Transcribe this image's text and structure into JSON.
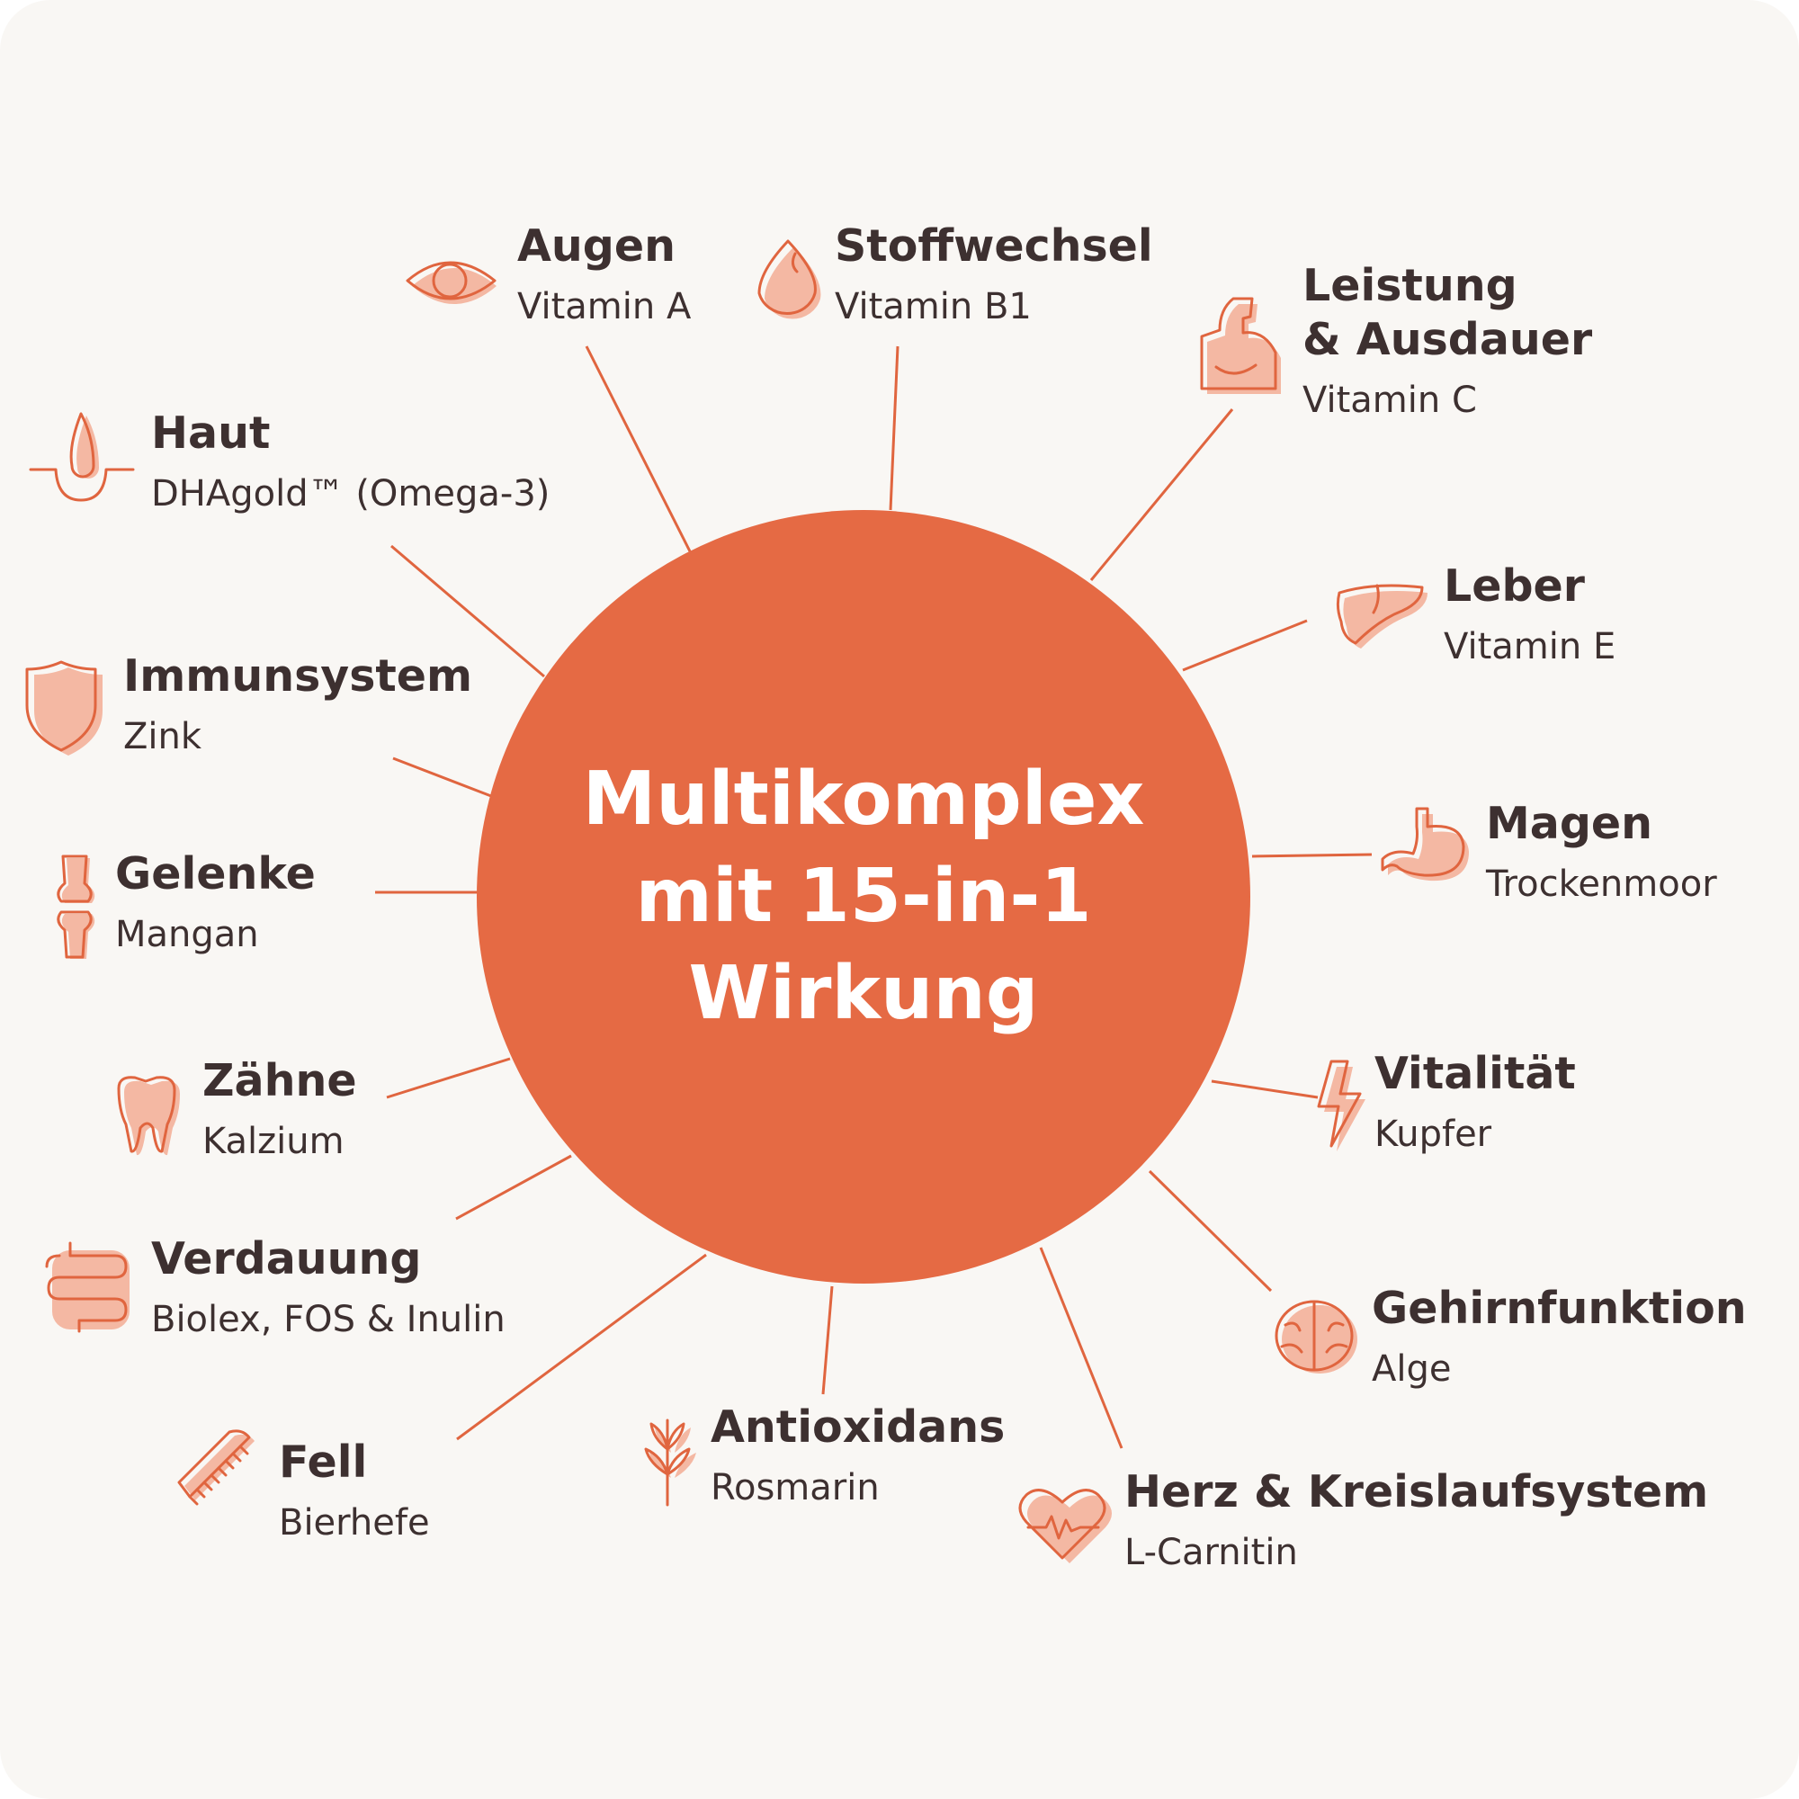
{
  "center_title": [
    "Multikomplex",
    "mit 15-in-1",
    "Wirkung"
  ],
  "colors": {
    "accent": "#e56a44",
    "icon_fill": "#f4b8a3",
    "text": "#3d3030",
    "background": "#f9f7f4"
  },
  "items": [
    {
      "title": "Augen",
      "subtitle": "Vitamin A",
      "icon": "eye-icon"
    },
    {
      "title": "Stoffwechsel",
      "subtitle": "Vitamin B1",
      "icon": "drop-icon"
    },
    {
      "title": "Leistung",
      "title2": "& Ausdauer",
      "subtitle": "Vitamin C",
      "icon": "muscle-arm-icon"
    },
    {
      "title": "Haut",
      "subtitle": "DHAgold™ (Omega-3)",
      "icon": "skin-hair-icon"
    },
    {
      "title": "Leber",
      "subtitle": "Vitamin E",
      "icon": "liver-icon"
    },
    {
      "title": "Immunsystem",
      "subtitle": "Zink",
      "icon": "shield-icon"
    },
    {
      "title": "Magen",
      "subtitle": "Trockenmoor",
      "icon": "stomach-icon"
    },
    {
      "title": "Gelenke",
      "subtitle": "Mangan",
      "icon": "joint-bone-icon"
    },
    {
      "title": "Vitalität",
      "subtitle": "Kupfer",
      "icon": "lightning-icon"
    },
    {
      "title": "Zähne",
      "subtitle": "Kalzium",
      "icon": "tooth-icon"
    },
    {
      "title": "Gehirnfunktion",
      "subtitle": "Alge",
      "icon": "brain-icon"
    },
    {
      "title": "Verdauung",
      "subtitle": "Biolex, FOS & Inulin",
      "icon": "intestine-icon"
    },
    {
      "title": "Antioxidans",
      "subtitle": "Rosmarin",
      "icon": "rosemary-sprig-icon"
    },
    {
      "title": "Herz & Kreislaufsystem",
      "subtitle": "L-Carnitin",
      "icon": "heart-pulse-icon"
    },
    {
      "title": "Fell",
      "subtitle": "Bierhefe",
      "icon": "comb-icon"
    }
  ]
}
